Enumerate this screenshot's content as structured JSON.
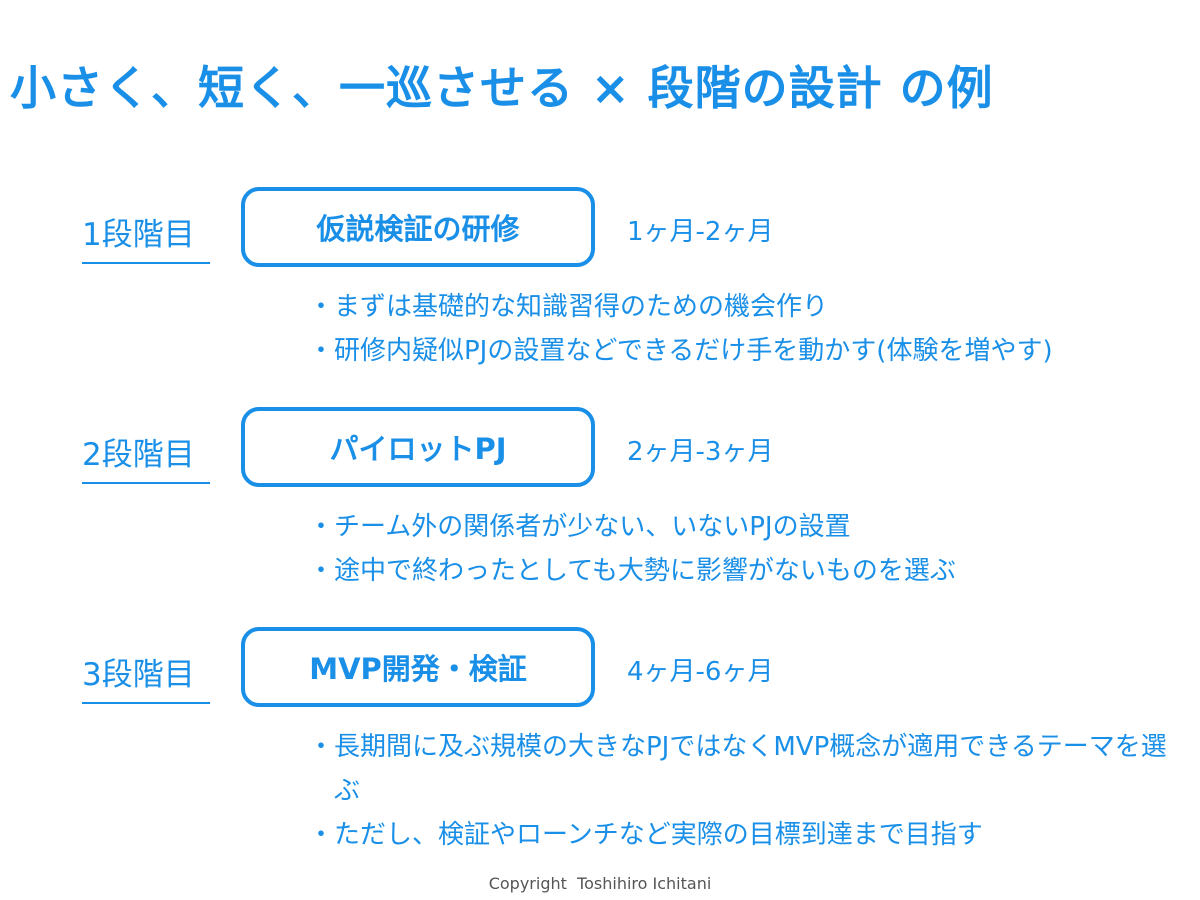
{
  "title": "小さく、短く、一巡させる × 段階の設計 の例",
  "bullet_marker": "・",
  "stages": [
    {
      "label": "1段階目",
      "name": "仮説検証の研修",
      "period": "1ヶ月-2ヶ月",
      "bullets": [
        "まずは基礎的な知識習得のための機会作り",
        "研修内疑似PJの設置などできるだけ手を動かす(体験を増やす)"
      ]
    },
    {
      "label": "2段階目",
      "name": "パイロットPJ",
      "period": "2ヶ月-3ヶ月",
      "bullets": [
        "チーム外の関係者が少ない、いないPJの設置",
        "途中で終わったとしても大勢に影響がないものを選ぶ"
      ]
    },
    {
      "label": "3段階目",
      "name": "MVP開発・検証",
      "period": "4ヶ月-6ヶ月",
      "bullets": [
        "長期間に及ぶ規模の大きなPJではなくMVP概念が適用できるテーマを選ぶ",
        "ただし、検証やローンチなど実際の目標到達まで目指す"
      ]
    }
  ],
  "footer": "Copyright  Toshihiro Ichitani"
}
